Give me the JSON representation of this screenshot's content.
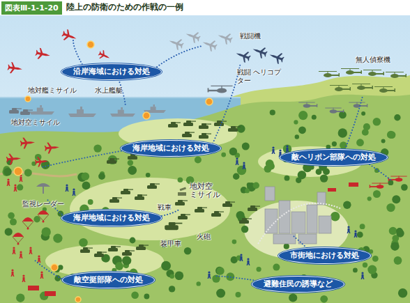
{
  "diagram": {
    "title": "陸上の防衛のための作戦の一例",
    "nodes": [
      {
        "text": [
          "沿岸海域における対処"
        ]
      },
      {
        "text": [
          "海岸地域における対処"
        ]
      },
      {
        "text": [
          "敵ヘリボン部隊への対処"
        ]
      },
      {
        "text": [
          "海岸地域における対処"
        ]
      },
      {
        "text": [
          "敵空挺部隊への対処"
        ]
      },
      {
        "text": [
          "市街地における対処"
        ]
      },
      {
        "text": [
          "避難住民の誘導など"
        ]
      }
    ],
    "labels": [
      "図表Ⅲ-1-1-20",
      "戦闘機",
      "無人偵察機",
      "地対艦ミサイル",
      "水上艦艇",
      "戦闘 ヘリコプター",
      "地対空ミサイル",
      "地対空 ミサイル",
      "戦車",
      "監視レーダー",
      "火砲",
      "装甲車"
    ]
  }
}
